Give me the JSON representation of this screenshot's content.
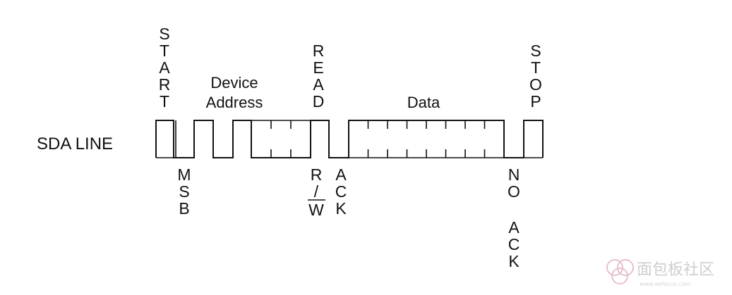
{
  "line_label": "SDA LINE",
  "top_labels": {
    "start": "START",
    "device_address": [
      "Device",
      "Address"
    ],
    "read": "READ",
    "data": "Data",
    "stop": "STOP"
  },
  "bottom_labels": {
    "msb": "MSB",
    "rw": [
      "R",
      "/",
      "W"
    ],
    "ack": "ACK",
    "no_ack": [
      "NO",
      "ACK"
    ]
  },
  "watermark": {
    "text": "面包板社区",
    "sub": "www.eefocus.com"
  },
  "colors": {
    "line": "#111111",
    "watermark": "#c9c9c9"
  }
}
